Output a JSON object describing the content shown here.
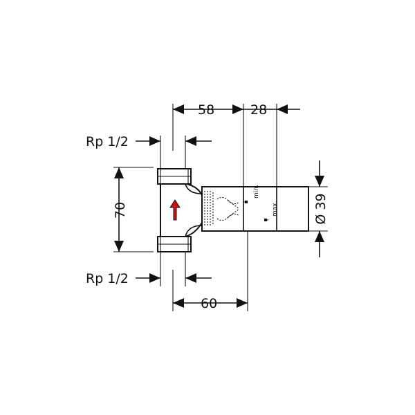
{
  "dimensions": {
    "width_top": "58",
    "width_extension": "28",
    "width_bottom": "60",
    "height": "70",
    "diameter": "Ø 39",
    "thread_top": "Rp 1/2",
    "thread_bottom": "Rp 1/2"
  },
  "markers": {
    "min": "min.",
    "max": "max."
  },
  "colors": {
    "line": "#111111",
    "flow_arrow": "#cc1111"
  },
  "icons": {
    "flow": "flow-direction-arrow-icon"
  }
}
